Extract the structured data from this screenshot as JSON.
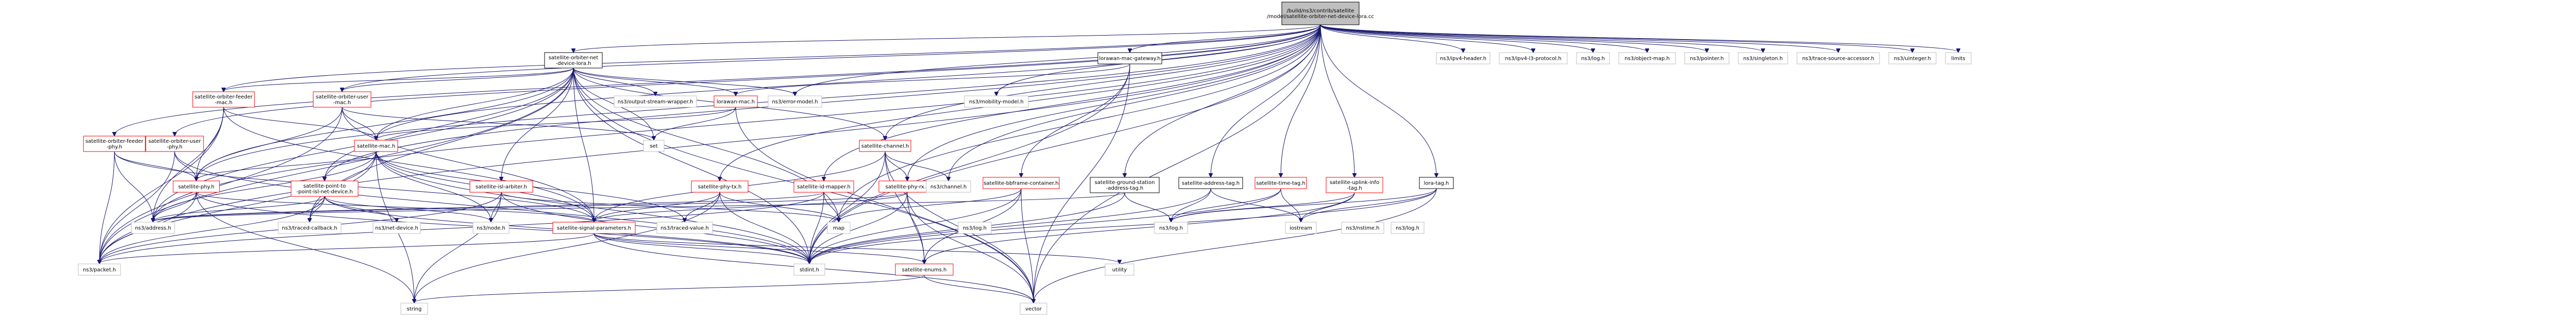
{
  "nodes": {
    "root": [
      "/build/ns3/contrib/satellite",
      "/model/satellite-orbiter-net-device-lora.cc"
    ],
    "orbiter_net_device_lora_h": [
      "satellite-orbiter-net",
      "-device-lora.h"
    ],
    "lorawan_mac_gateway_h": [
      "lorawan-mac-gateway.h"
    ],
    "sat_orbiter_feeder_mac_h": [
      "satellite-orbiter-feeder",
      "-mac.h"
    ],
    "sat_orbiter_user_mac_h": [
      "satellite-orbiter-user",
      "-mac.h"
    ],
    "sat_orbiter_feeder_phy_h": [
      "satellite-orbiter-feeder",
      "-phy.h"
    ],
    "sat_orbiter_user_phy_h": [
      "satellite-orbiter-user",
      "-phy.h"
    ],
    "sat_phy_h": [
      "satellite-phy.h"
    ],
    "sat_mac_h": [
      "satellite-mac.h"
    ],
    "lorawan_mac_h": [
      "lorawan-mac.h"
    ],
    "sat_channel_h": [
      "satellite-channel.h"
    ],
    "sat_point_to_point_isl_h": [
      "satellite-point-to",
      "-point-isl-net-device.h"
    ],
    "sat_isl_arbiter_h": [
      "satellite-isl-arbiter.h"
    ],
    "sat_phy_tx_h": [
      "satellite-phy-tx.h"
    ],
    "sat_id_mapper_h": [
      "satellite-id-mapper.h"
    ],
    "sat_phy_rx_h": [
      "satellite-phy-rx.h"
    ],
    "sat_signal_parameters_h": [
      "satellite-signal-parameters.h"
    ],
    "sat_bbframe_container_h": [
      "satellite-bbframe-container.h"
    ],
    "sat_ground_station_address_tag_h": [
      "satellite-ground-station",
      "-address-tag.h"
    ],
    "sat_address_tag_h": [
      "satellite-address-tag.h"
    ],
    "sat_time_tag_h": [
      "satellite-time-tag.h"
    ],
    "sat_uplink_info_tag_h": [
      "satellite-uplink-info",
      "-tag.h"
    ],
    "lora_tag_h": [
      "lora-tag.h"
    ],
    "sat_enums_h": [
      "satellite-enums.h"
    ],
    "ns3_packet_h": [
      "ns3/packet.h"
    ],
    "ns3_address_h": [
      "ns3/address.h"
    ],
    "ns3_traced_callback_h": [
      "ns3/traced-callback.h"
    ],
    "ns3_net_device_h": [
      "ns3/net-device.h"
    ],
    "ns3_mobility_model_h": [
      "ns3/mobility-model.h"
    ],
    "ns3_node_h": [
      "ns3/node.h"
    ],
    "ns3_traced_value_h": [
      "ns3/traced-value.h"
    ],
    "ns3_channel_h": [
      "ns3/channel.h"
    ],
    "ns3_output_stream_wrapper_h": [
      "ns3/output-stream-wrapper.h"
    ],
    "ns3_bison_model_h": [
      "ns3/error-model.h"
    ],
    "ns3_ipv4_header_h": [
      "ns3/ipv4-header.h"
    ],
    "ns3_ipv4_l3_protocol_h": [
      "ns3/ipv4-l3-protocol.h"
    ],
    "ns3_log_h": [
      "ns3/log.h"
    ],
    "ns3_object_map_h": [
      "ns3/object-map.h"
    ],
    "ns3_pointer_h": [
      "ns3/pointer.h"
    ],
    "ns3_singleton_h": [
      "ns3/singleton.h"
    ],
    "ns3_trace_source_accessor_h": [
      "ns3/trace-source-accessor.h"
    ],
    "ns3_uinteger_h": [
      "ns3/uinteger.h"
    ],
    "limits": [
      "limits"
    ],
    "set": [
      "set"
    ],
    "map": [
      "map"
    ],
    "stdint_h": [
      "stdint.h"
    ],
    "string": [
      "string"
    ],
    "vector": [
      "vector"
    ],
    "utility": [
      "utility"
    ],
    "ns3_nstime_h": [
      "ns3/nstime.h"
    ],
    "ns3_log_h2": [
      "ns3/log.h"
    ],
    "iostream": [
      "iostream"
    ],
    "ns3_log_h3": [
      "ns3/log.h"
    ],
    "ns3_log_h4": [
      "ns3/log.h"
    ]
  }
}
